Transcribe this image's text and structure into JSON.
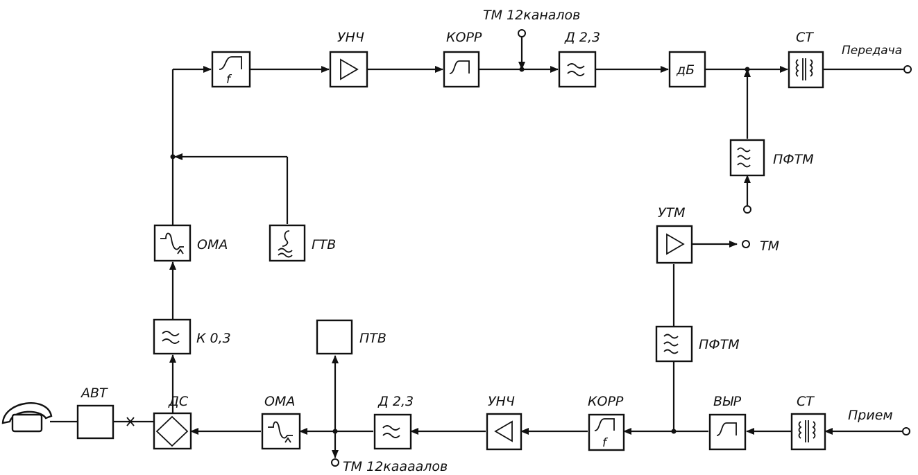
{
  "labels": {
    "unch_top": "УНЧ",
    "korr_top": "КОРР",
    "tm12_top": "ТМ 12каналов",
    "d23_top": "Д 2,3",
    "ct_top": "СТ",
    "peredacha": "Передача",
    "pftm_top": "ПФТМ",
    "utm": "УТМ",
    "tm_out": "ТМ",
    "pftm_bottom": "ПФТМ",
    "oma_left": "ОМА",
    "gtv": "ГТВ",
    "k03": "К 0,3",
    "ptv": "ПТВ",
    "avt": "АВТ",
    "dc": "ДС",
    "oma_bottom": "ОМА",
    "d23_bottom": "Д 2,3",
    "unch_bottom": "УНЧ",
    "korr_bottom": "КОРР",
    "vyr": "ВЫР",
    "ct_bottom": "СТ",
    "priem": "Прием",
    "tm12_bottom": "ТМ 12каааалов",
    "db_box": "дБ",
    "f_top": "f",
    "f_bottom": "f"
  },
  "icons": {
    "telephone": "telephone-handset-icon",
    "amplifier": "triangle-amplifier-icon",
    "filter": "wave-filter-icon",
    "transformer": "transformer-icon",
    "corrector": "step-corrector-icon",
    "modulator": "modulator-icon",
    "generator": "generator-icon",
    "bridge": "diamond-bridge-icon"
  }
}
